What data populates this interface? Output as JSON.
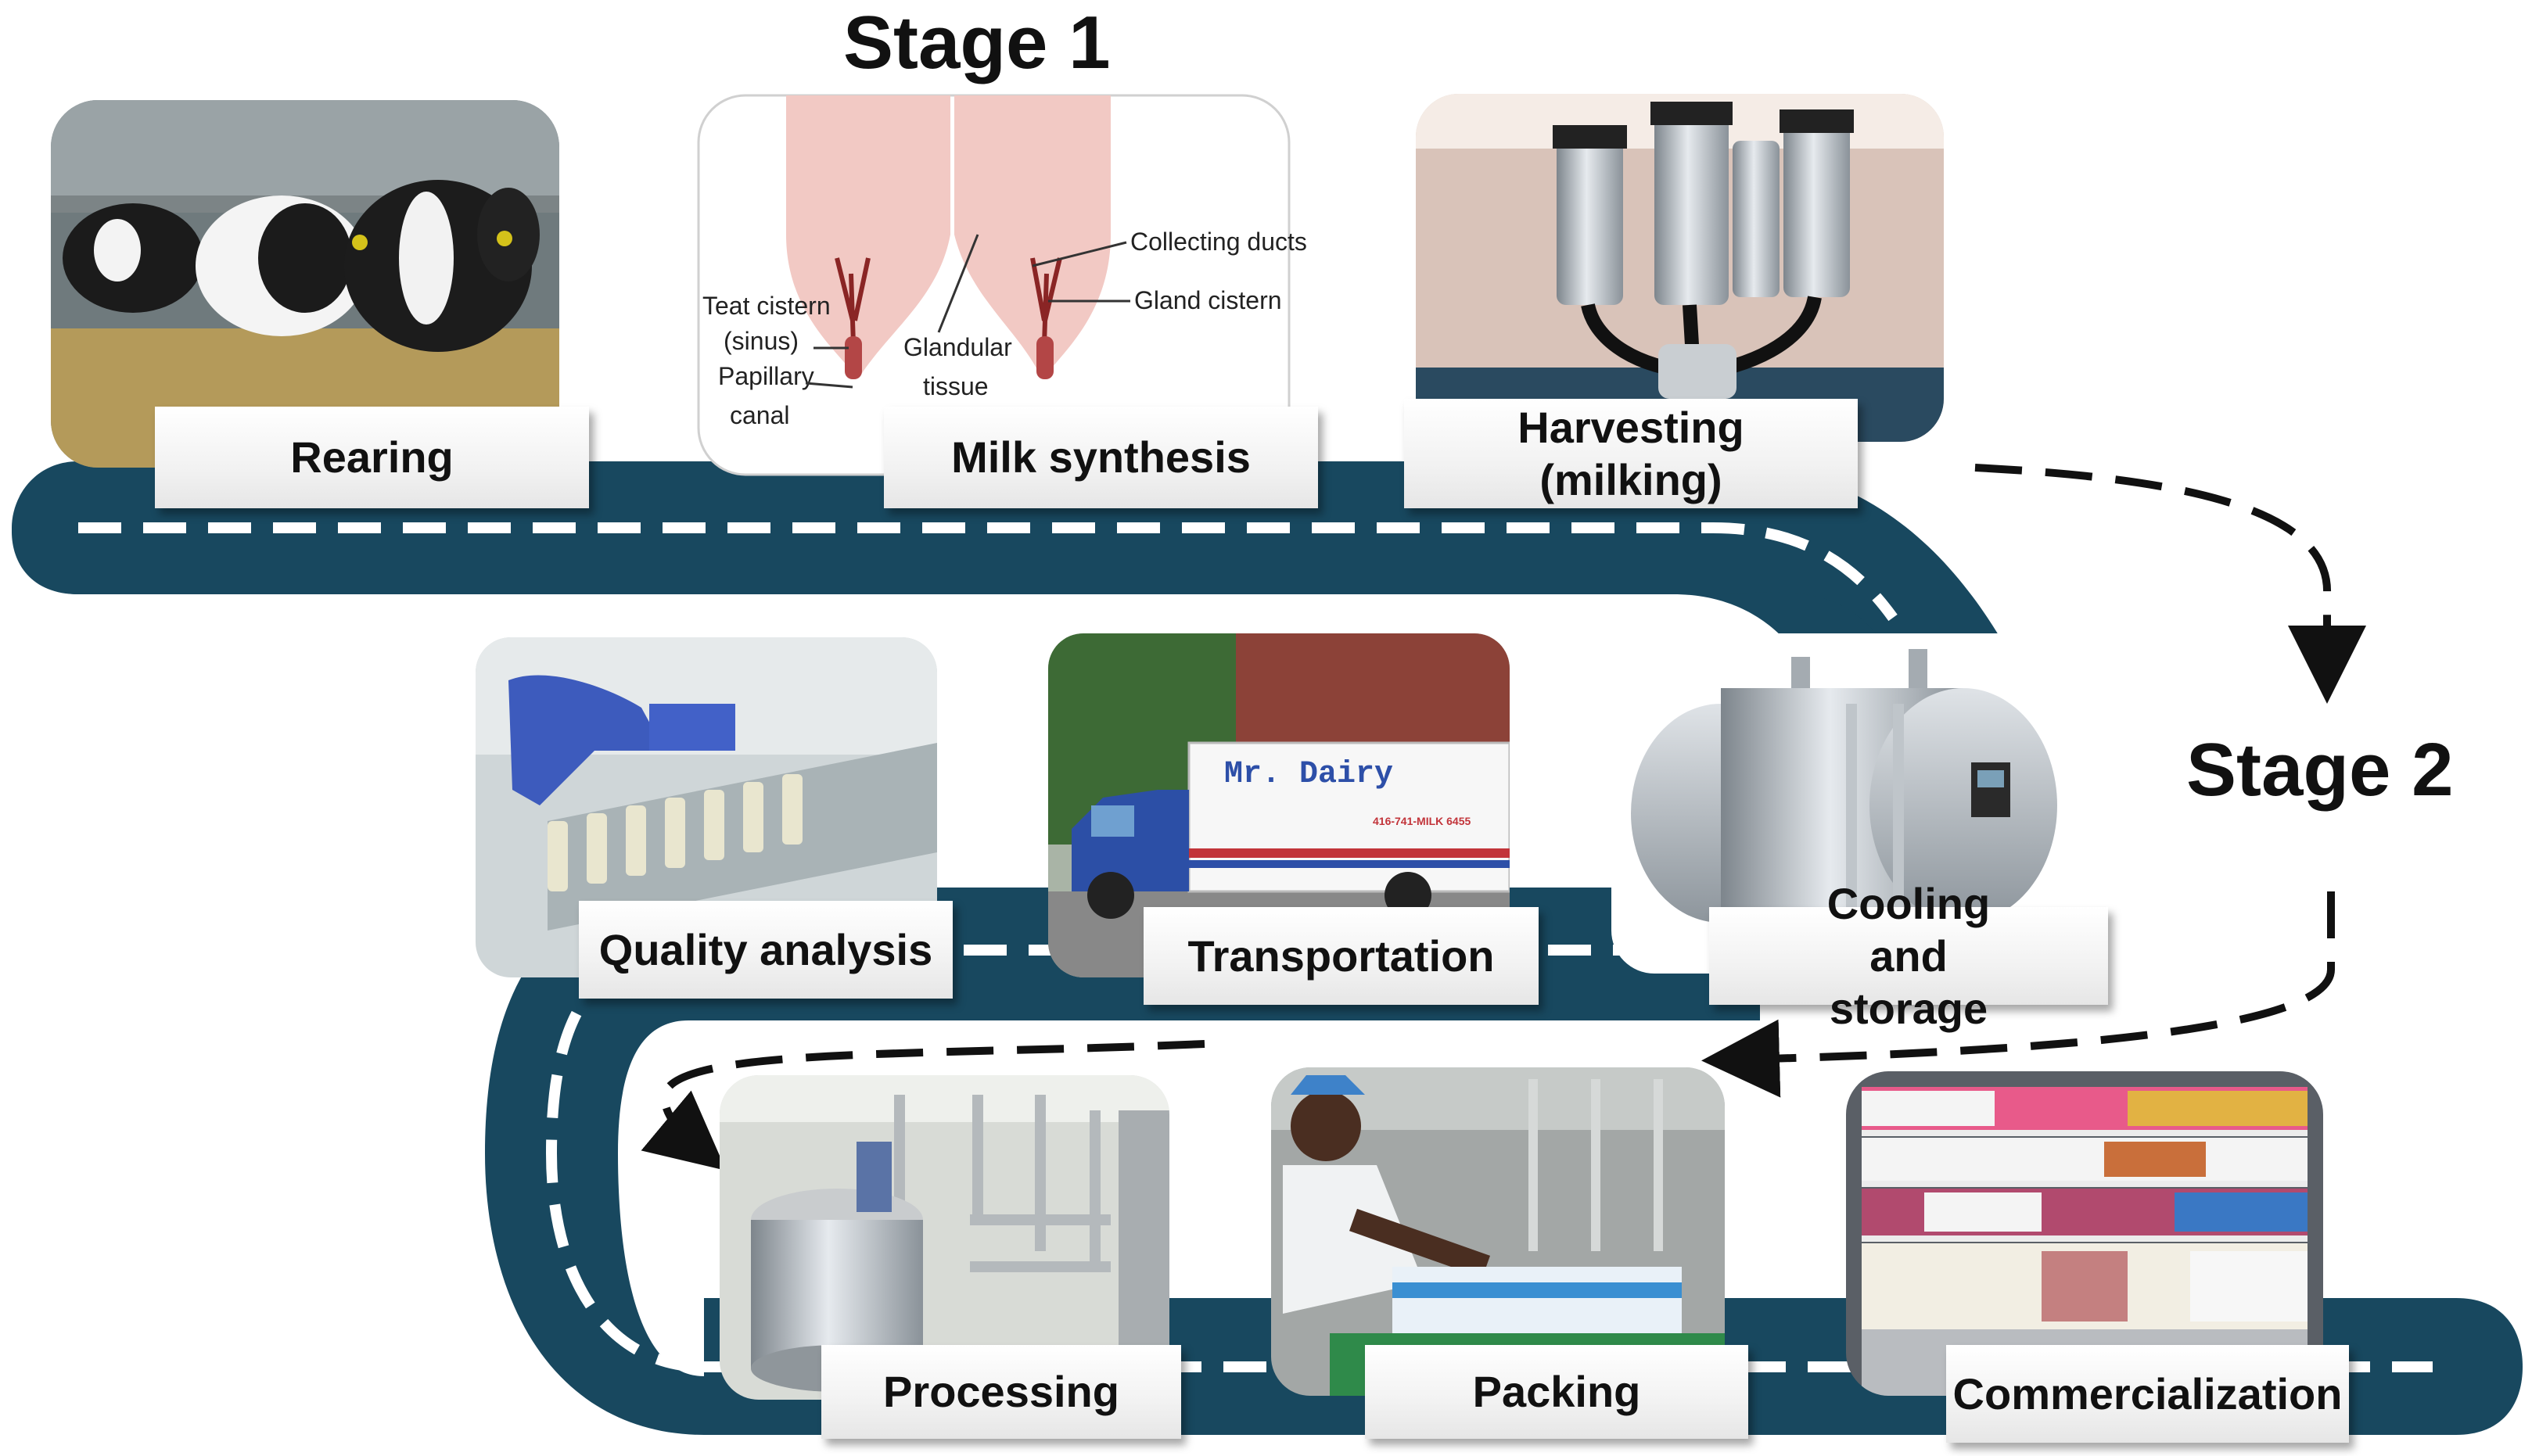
{
  "stages": {
    "stage1_label": "Stage 1",
    "stage2_label": "Stage 2"
  },
  "steps": {
    "rearing": "Rearing",
    "milk_synthesis": "Milk synthesis",
    "harvesting": "Harvesting (milking)",
    "cooling": "Cooling and storage",
    "transportation": "Transportation",
    "quality": "Quality analysis",
    "processing": "Processing",
    "packing": "Packing",
    "commercialization": "Commercialization"
  },
  "udder_diagram": {
    "teat_cistern": "Teat cistern",
    "sinus": "(sinus)",
    "papillary": "Papillary",
    "canal": "canal",
    "glandular": "Glandular",
    "tissue": "tissue",
    "collecting_ducts": "Collecting ducts",
    "gland_cistern": "Gland cistern"
  },
  "truck": {
    "brand": "Mr. Dairy",
    "phone": "416-741-MILK 6455"
  },
  "colors": {
    "road": "#18485f",
    "lane_marking": "#ffffff",
    "arrow": "#111111"
  }
}
